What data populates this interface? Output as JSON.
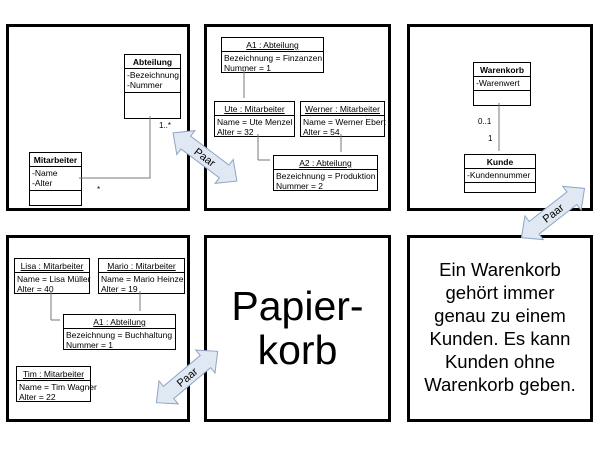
{
  "panel1": {
    "abteilung": {
      "name": "Abteilung",
      "attrs": [
        "-Bezeichnung",
        "-Nummer"
      ]
    },
    "mitarbeiter": {
      "name": "Mitarbeiter",
      "attrs": [
        "-Name",
        "-Alter"
      ]
    },
    "multiplicity_top": "1..*",
    "multiplicity_bottom": "*"
  },
  "panel2": {
    "a1": {
      "name": "A1 : Abteilung",
      "attrs": [
        "Bezeichnung = Finzanzen",
        "Nummer = 1"
      ]
    },
    "ute": {
      "name": "Ute : Mitarbeiter",
      "attrs": [
        "Name = Ute Menzel",
        "Alter = 32"
      ]
    },
    "werner": {
      "name": "Werner : Mitarbeiter",
      "attrs": [
        "Name = Werner Ebert",
        "Alter = 54"
      ]
    },
    "a2": {
      "name": "A2 : Abteilung",
      "attrs": [
        "Bezeichnung = Produktion",
        "Nummer = 2"
      ]
    }
  },
  "panel3": {
    "warenkorb": {
      "name": "Warenkorb",
      "attrs": [
        "-Warenwert"
      ]
    },
    "kunde": {
      "name": "Kunde",
      "attrs": [
        "-Kundennummer"
      ]
    },
    "multiplicity_top": "0..1",
    "multiplicity_bottom": "1"
  },
  "panel4": {
    "lisa": {
      "name": "Lisa : Mitarbeiter",
      "attrs": [
        "Name = Lisa Müller",
        "Alter = 40"
      ]
    },
    "mario": {
      "name": "Mario : Mitarbeiter",
      "attrs": [
        "Name = Mario Heinze",
        "Alter = 19"
      ]
    },
    "a1": {
      "name": "A1 : Abteilung",
      "attrs": [
        "Bezeichnung = Buchhaltung",
        "Nummer = 1"
      ]
    },
    "tim": {
      "name": "Tim : Mitarbeiter",
      "attrs": [
        "Name = Tim Wagner",
        "Alter = 22"
      ]
    }
  },
  "panel5": {
    "text_line1": "Papier-",
    "text_line2": "korb"
  },
  "panel6": {
    "lines": [
      "Ein Warenkorb",
      "gehört immer",
      "genau zu einem",
      "Kunden. Es kann",
      "Kunden ohne",
      "Warenkorb geben."
    ]
  },
  "connectors": {
    "label": "Paar"
  },
  "colors": {
    "arrow_fill": "#dfe8f3",
    "arrow_stroke": "#8ea5c4",
    "border": "#000000"
  }
}
